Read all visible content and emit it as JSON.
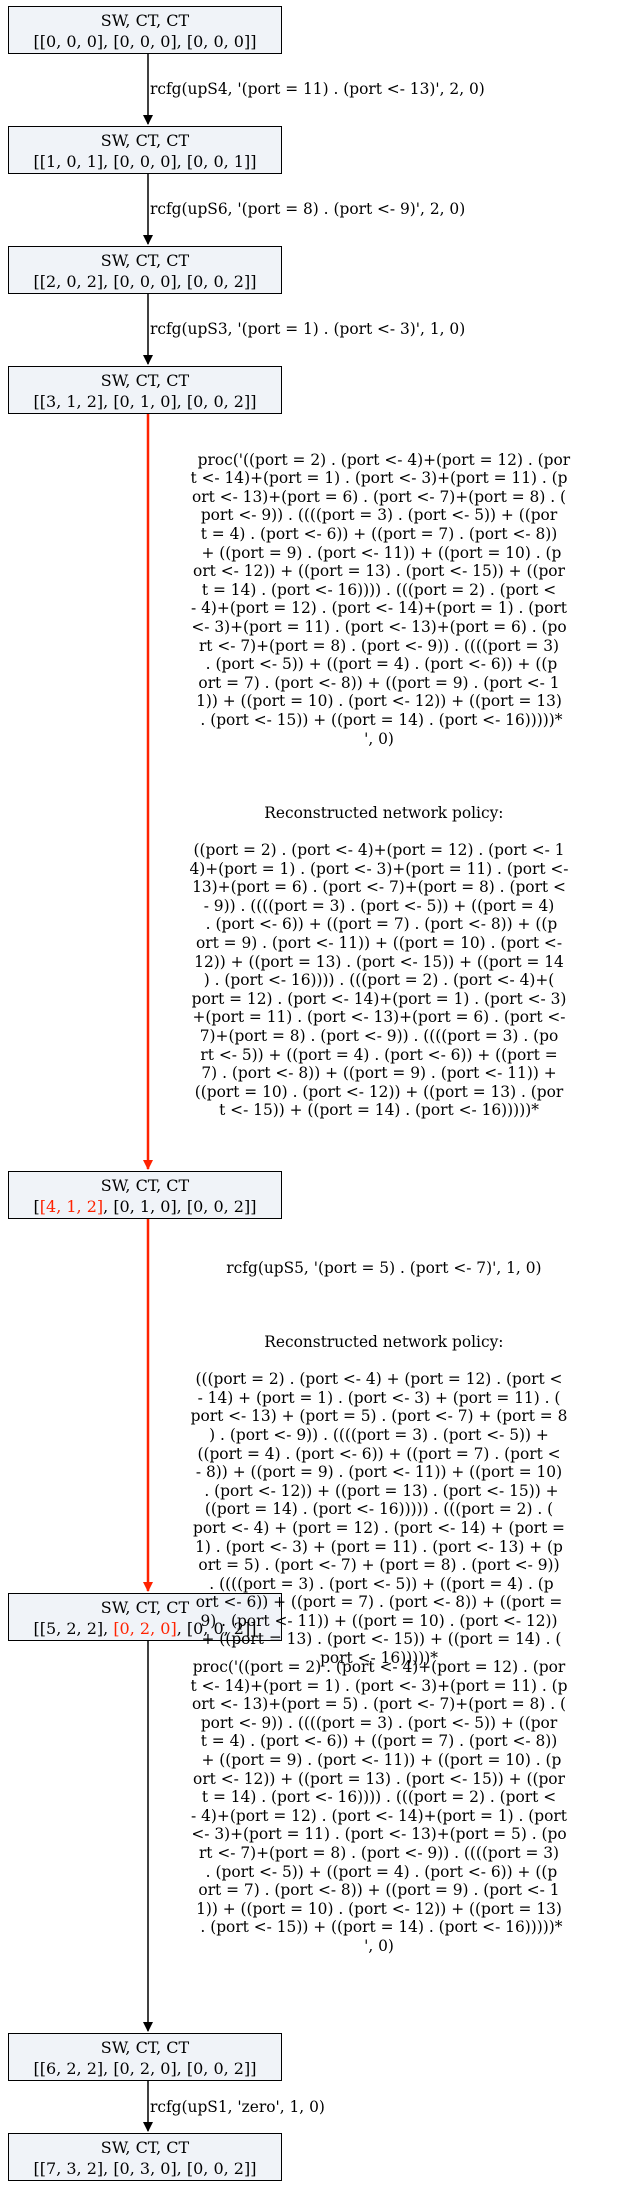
{
  "nodes": [
    {
      "title": "SW, CT, CT",
      "state": "[[0, 0, 0], [0, 0, 0], [0, 0, 0]]"
    },
    {
      "title": "SW, CT, CT",
      "state": "[[1, 0, 1], [0, 0, 0], [0, 0, 1]]"
    },
    {
      "title": "SW, CT, CT",
      "state": "[[2, 0, 2], [0, 0, 0], [0, 0, 2]]"
    },
    {
      "title": "SW, CT, CT",
      "state": "[[3, 1, 2], [0, 1, 0], [0, 0, 2]]"
    },
    {
      "title": "SW, CT, CT",
      "state_pre": "[",
      "state_hl": "[4, 1, 2]",
      "state_post": ", [0, 1, 0], [0, 0, 2]]"
    },
    {
      "title": "SW, CT, CT",
      "state_pre": "[[5, 2, 2], ",
      "state_hl": "[0, 2, 0]",
      "state_post": ", [0, 0, 2]]"
    },
    {
      "title": "SW, CT, CT",
      "state": "[[6, 2, 2], [0, 2, 0], [0, 0, 2]]"
    },
    {
      "title": "SW, CT, CT",
      "state": "[[7, 3, 2], [0, 3, 0], [0, 0, 2]]"
    }
  ],
  "edges": [
    {
      "label": "rcfg(upS4, '(port = 11) . (port <- 13)', 2, 0)",
      "highlight": false
    },
    {
      "label": "rcfg(upS6, '(port = 8) . (port <- 9)', 2, 0)",
      "highlight": false
    },
    {
      "label": "rcfg(upS3, '(port = 1) . (port <- 3)', 1, 0)",
      "highlight": false
    },
    {
      "label": "proc('((port = 2) . (port <- 4)+(port = 12) . (por\nt <- 14)+(port = 1) . (port <- 3)+(port = 11) . (p\nort <- 13)+(port = 6) . (port <- 7)+(port = 8) . (\nport <- 9)) . ((((port = 3) . (port <- 5)) + ((por\nt = 4) . (port <- 6)) + ((port = 7) . (port <- 8))\n + ((port = 9) . (port <- 11)) + ((port = 10) . (p\nort <- 12)) + ((port = 13) . (port <- 15)) + ((por\nt = 14) . (port <- 16)))) . (((port = 2) . (port <\n- 4)+(port = 12) . (port <- 14)+(port = 1) . (port\n<- 3)+(port = 11) . (port <- 13)+(port = 6) . (po\nrt <- 7)+(port = 8) . (port <- 9)) . ((((port = 3)\n . (port <- 5)) + ((port = 4) . (port <- 6)) + ((p\nort = 7) . (port <- 8)) + ((port = 9) . (port <- 1\n1)) + ((port = 10) . (port <- 12)) + ((port = 13)\n . (port <- 15)) + ((port = 14) . (port <- 16)))))*\n', 0)",
      "policy_heading": "Reconstructed network policy:",
      "policy": "((port = 2) . (port <- 4)+(port = 12) . (port <- 1\n4)+(port = 1) . (port <- 3)+(port = 11) . (port <-\n13)+(port = 6) . (port <- 7)+(port = 8) . (port <\n- 9)) . ((((port = 3) . (port <- 5)) + ((port = 4)\n . (port <- 6)) + ((port = 7) . (port <- 8)) + ((p\nort = 9) . (port <- 11)) + ((port = 10) . (port <-\n12)) + ((port = 13) . (port <- 15)) + ((port = 14\n) . (port <- 16)))) . (((port = 2) . (port <- 4)+(\nport = 12) . (port <- 14)+(port = 1) . (port <- 3)\n+(port = 11) . (port <- 13)+(port = 6) . (port <-\n7)+(port = 8) . (port <- 9)) . ((((port = 3) . (po\nrt <- 5)) + ((port = 4) . (port <- 6)) + ((port =\n7) . (port <- 8)) + ((port = 9) . (port <- 11)) +\n((port = 10) . (port <- 12)) + ((port = 13) . (por\nt <- 15)) + ((port = 14) . (port <- 16)))))*",
      "highlight": true
    },
    {
      "label": "rcfg(upS5, '(port = 5) . (port <- 7)', 1, 0)",
      "policy_heading": "Reconstructed network policy:",
      "policy": "(((port = 2) . (port <- 4) + (port = 12) . (port <\n- 14) + (port = 1) . (port <- 3) + (port = 11) . (\nport <- 13) + (port = 5) . (port <- 7) + (port = 8\n) . (port <- 9)) . ((((port = 3) . (port <- 5)) +\n((port = 4) . (port <- 6)) + ((port = 7) . (port <\n- 8)) + ((port = 9) . (port <- 11)) + ((port = 10)\n . (port <- 12)) + ((port = 13) . (port <- 15)) +\n((port = 14) . (port <- 16))))) . (((port = 2) . (\nport <- 4) + (port = 12) . (port <- 14) + (port =\n1) . (port <- 3) + (port = 11) . (port <- 13) + (p\nort = 5) . (port <- 7) + (port = 8) . (port <- 9))\n . ((((port = 3) . (port <- 5)) + ((port = 4) . (p\nort <- 6)) + ((port = 7) . (port <- 8)) + ((port =\n9) . (port <- 11)) + ((port = 10) . (port <- 12))\n + ((port = 13) . (port <- 15)) + ((port = 14) . (\nport <- 16)))))*",
      "highlight": true
    },
    {
      "label": "proc('((port = 2) . (port <- 4)+(port = 12) . (por\nt <- 14)+(port = 1) . (port <- 3)+(port = 11) . (p\nort <- 13)+(port = 5) . (port <- 7)+(port = 8) . (\nport <- 9)) . ((((port = 3) . (port <- 5)) + ((por\nt = 4) . (port <- 6)) + ((port = 7) . (port <- 8))\n + ((port = 9) . (port <- 11)) + ((port = 10) . (p\nort <- 12)) + ((port = 13) . (port <- 15)) + ((por\nt = 14) . (port <- 16)))) . (((port = 2) . (port <\n- 4)+(port = 12) . (port <- 14)+(port = 1) . (port\n<- 3)+(port = 11) . (port <- 13)+(port = 5) . (po\nrt <- 7)+(port = 8) . (port <- 9)) . ((((port = 3)\n . (port <- 5)) + ((port = 4) . (port <- 6)) + ((p\nort = 7) . (port <- 8)) + ((port = 9) . (port <- 1\n1)) + ((port = 10) . (port <- 12)) + ((port = 13)\n . (port <- 15)) + ((port = 14) . (port <- 16)))))*\n', 0)",
      "highlight": false
    },
    {
      "label": "rcfg(upS1, 'zero', 1, 0)",
      "highlight": false
    }
  ],
  "colors": {
    "node_fill": "#f0f3f8",
    "highlight": "#ff2200",
    "edge": "#000000"
  }
}
